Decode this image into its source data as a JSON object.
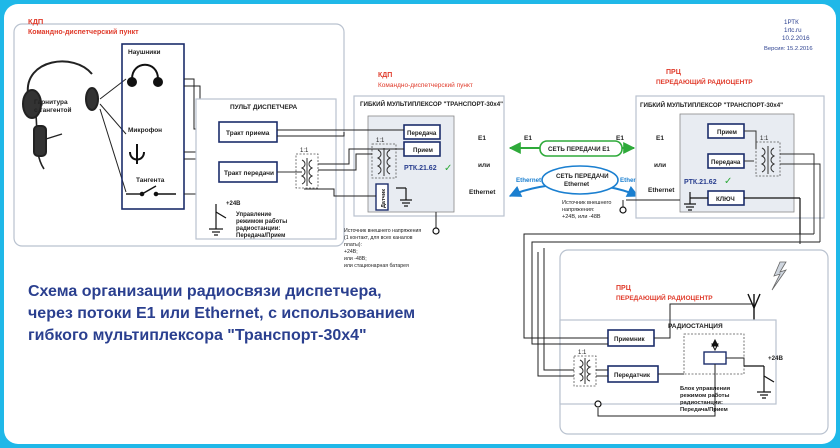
{
  "colors": {
    "frame": "#1fb8e8",
    "red": "#e03a2a",
    "blue": "#2a3f8f",
    "green": "#2eaa3a",
    "box": "#1c2d6b",
    "panel": "#b9c2cf"
  },
  "corner": {
    "site": "1РТК",
    "url": "1rtc.ru",
    "date": "10.2.2016",
    "version": "Версия: 15.2.2016"
  },
  "kdp_left": {
    "title": "КДП",
    "subtitle": "Командно-диспетчерский пункт"
  },
  "headset": {
    "label_line1": "Гарнитура",
    "label_line2": "с тангентой",
    "headphones": "Наушники",
    "microphone": "Микрофон",
    "ptt": "Тангента"
  },
  "console": {
    "title": "ПУЛЬТ ДИСПЕТЧЕРА",
    "rx_path": "Тракт приема",
    "tx_path": "Тракт передачи",
    "ratio": "1:1",
    "power": "+24В",
    "control_lines": [
      "Управление",
      "режимом работы",
      "радиостанции:",
      "Передача/Прием"
    ]
  },
  "kdp_center": {
    "title": "КДП",
    "subtitle": "Командно-диспетчерский пункт",
    "mux": "ГИБКИЙ МУЛЬТИПЛЕКСОР \"ТРАНСПОРТ-30х4\"",
    "tx": "Передача",
    "rx": "Прием",
    "ratio": "1:1",
    "sensor": "Датчик",
    "rtk": "РТК.21.62",
    "check": "✓",
    "e1": "E1",
    "or": "или",
    "ethernet": "Ethernet",
    "power_note": [
      "Источник внешнего напряжения",
      "(1 контакт, для всех каналов",
      "платы):",
      "+24В;",
      "или -48В;",
      "или стационарная батарея"
    ]
  },
  "network": {
    "e1_left": "E1",
    "e1_right": "E1",
    "e1_cloud": "СЕТЬ ПЕРЕДАЧИ E1",
    "eth_left": "Ethernet",
    "eth_right": "Ethernet",
    "eth_cloud_line1": "СЕТЬ ПЕРЕДАЧИ",
    "eth_cloud_line2": "Ethernet"
  },
  "prc_top": {
    "title": "ПРЦ",
    "subtitle": "ПЕРЕДАЮЩИЙ РАДИОЦЕНТР",
    "mux": "ГИБКИЙ МУЛЬТИПЛЕКСОР \"ТРАНСПОРТ-30х4\"",
    "e1": "E1",
    "or": "или",
    "ethernet": "Ethernet",
    "rx": "Прием",
    "tx": "Передача",
    "ratio": "1:1",
    "rtk": "РТК.21.62",
    "check": "✓",
    "key": "КЛЮЧ",
    "power_note": [
      "Источник внешнего",
      "напряжения:",
      "+24В, или -48В"
    ]
  },
  "headline": {
    "line1": "Схема организации радиосвязи диспетчера,",
    "line2": "через потоки E1 или Ethernet, с использованием",
    "line3": "гибкого мультиплексора \"Транспорт-30х4\""
  },
  "prc_bottom": {
    "title": "ПРЦ",
    "subtitle": "ПЕРЕДАЮЩИЙ РАДИОЦЕНТР",
    "station": "РАДИОСТАНЦИЯ",
    "receiver": "Приемник",
    "transmitter": "Передатчик",
    "ratio": "1:1",
    "power": "+24В",
    "control_lines": [
      "Блок управления",
      "режимом работы",
      "радиостанции:",
      "Передача/Прием"
    ]
  }
}
